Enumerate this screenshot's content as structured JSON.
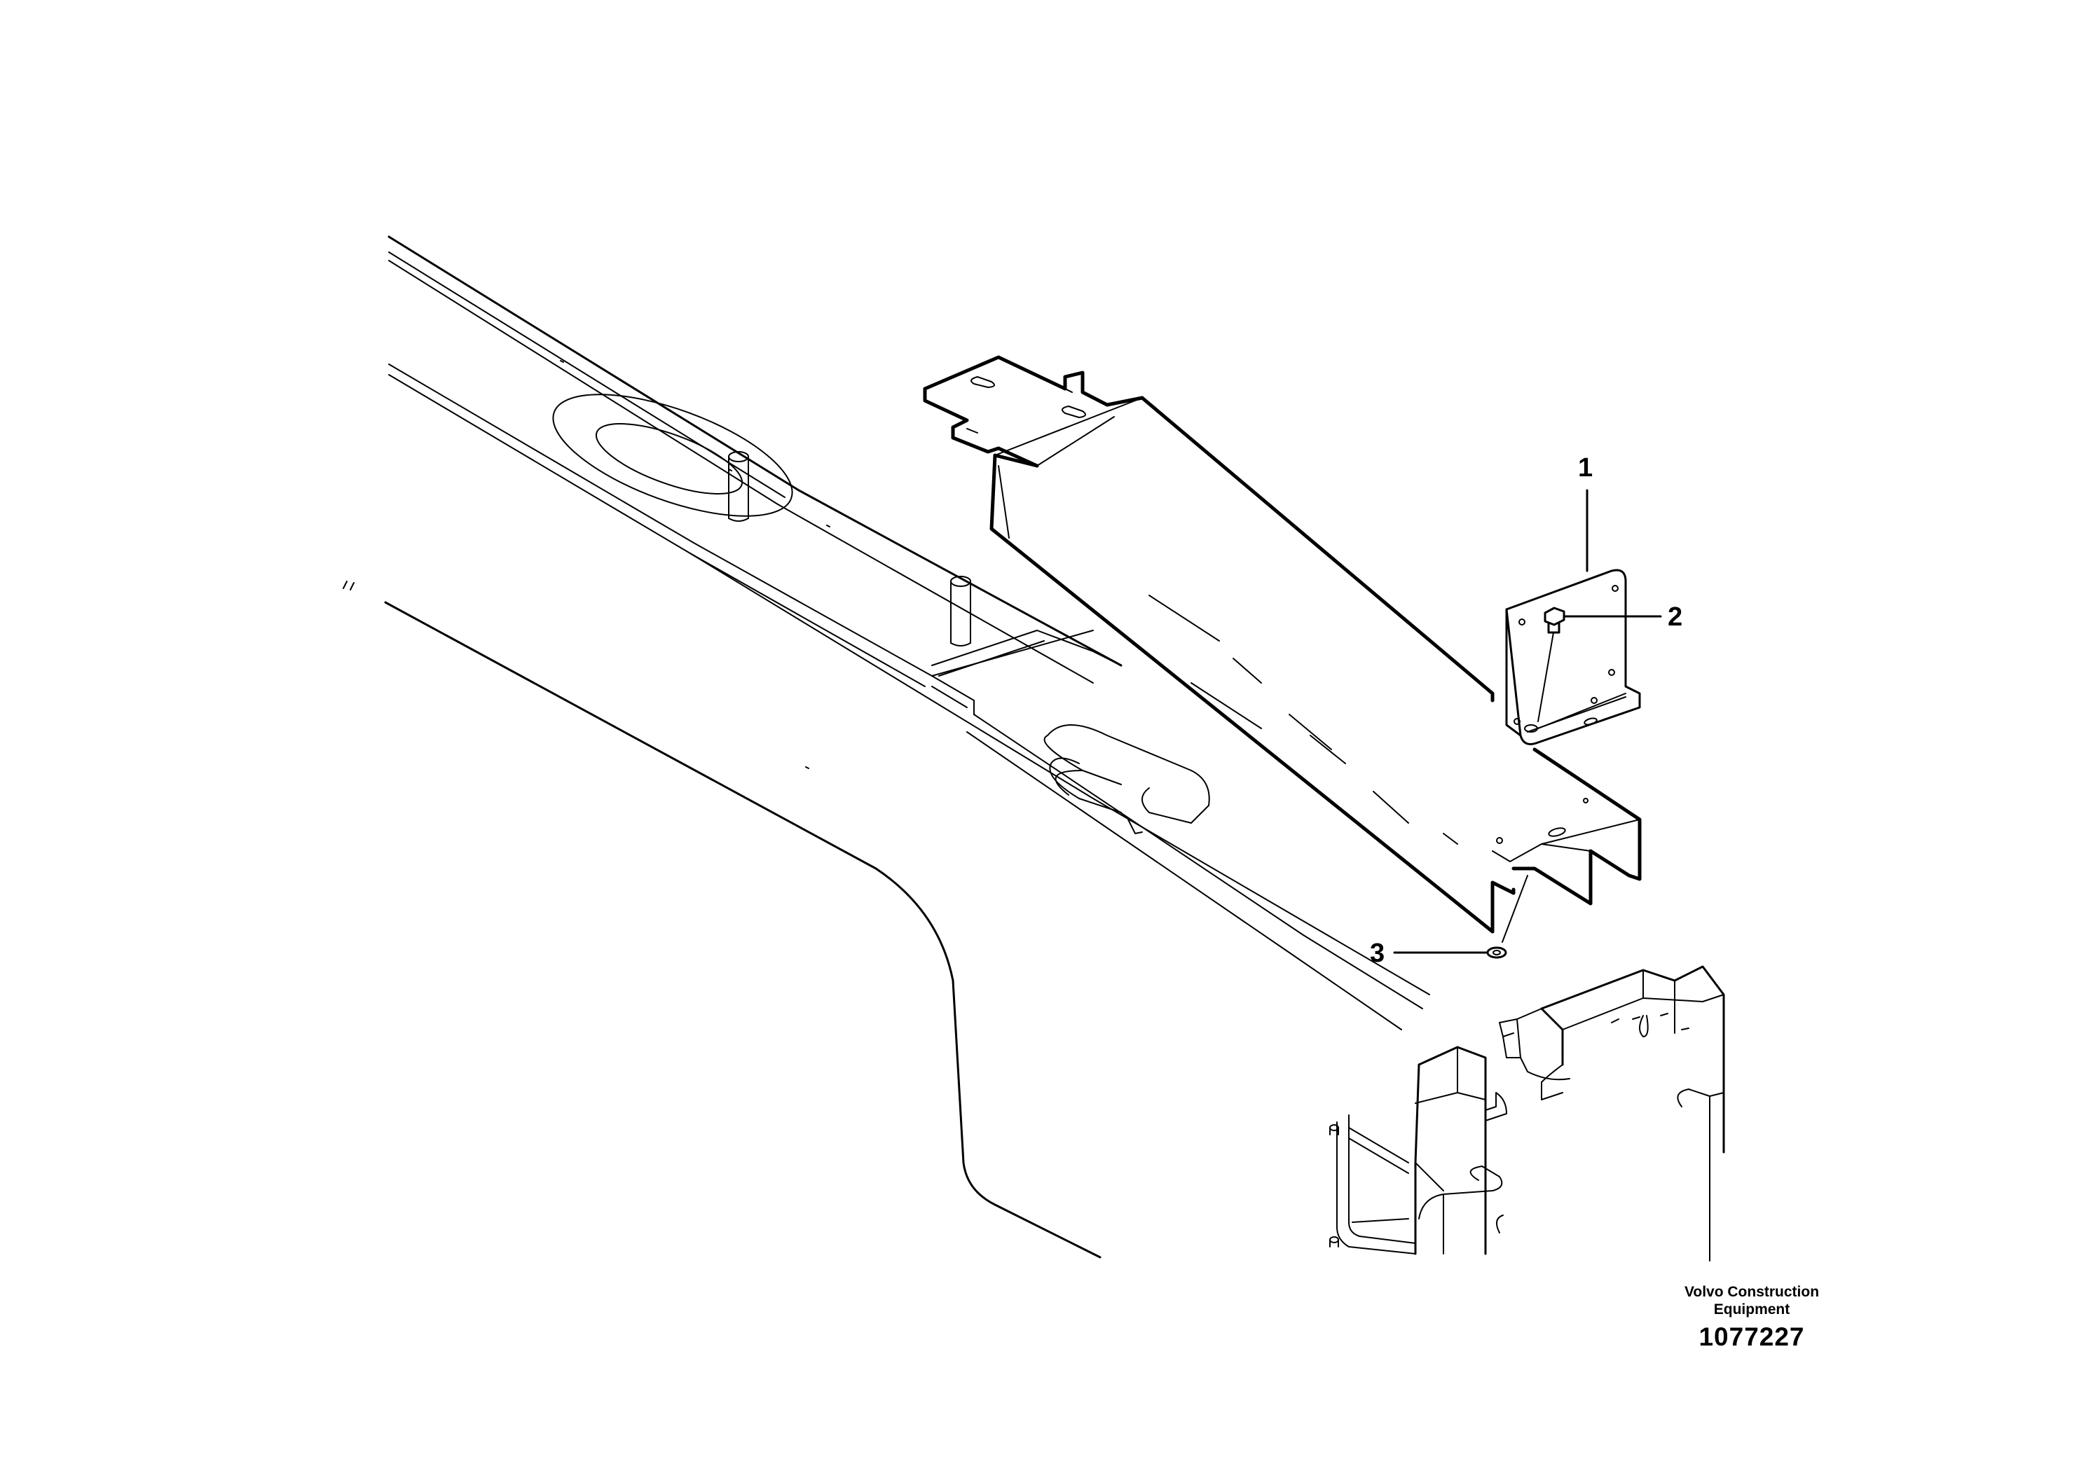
{
  "callouts": [
    {
      "number": "1",
      "part": "bracket"
    },
    {
      "number": "2",
      "part": "screw"
    },
    {
      "number": "3",
      "part": "washer"
    }
  ],
  "footer": {
    "brand_line1": "Volvo Construction",
    "brand_line2": "Equipment",
    "document_number": "1077227"
  }
}
